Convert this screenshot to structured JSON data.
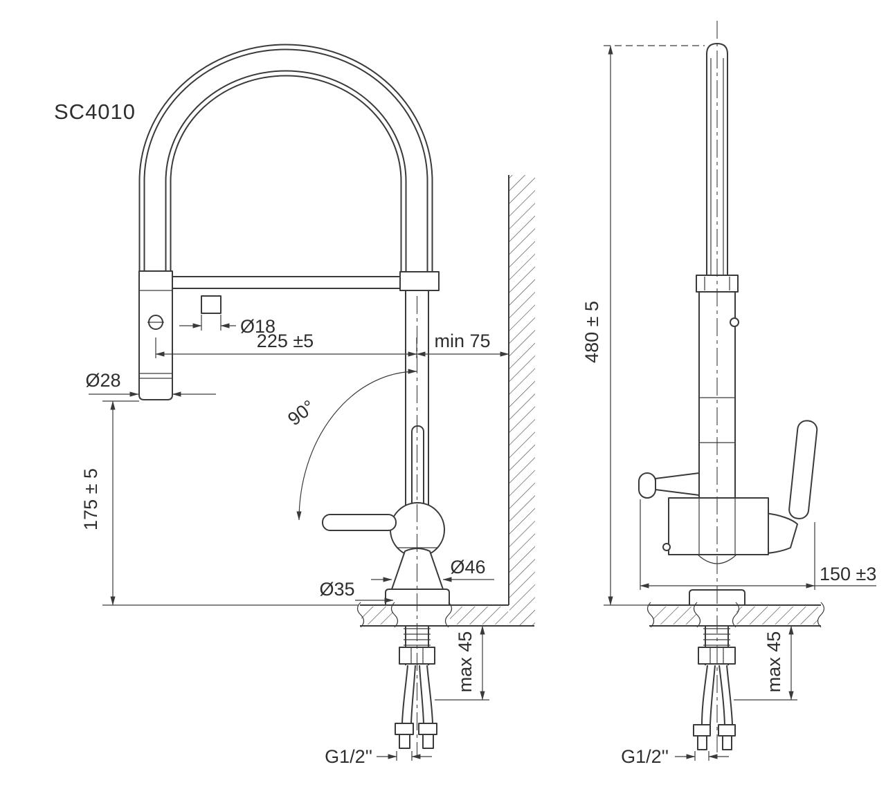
{
  "drawing": {
    "model": "SC4010",
    "front": {
      "hose_diameter": "Ø18",
      "reach": "225 ±5",
      "wall_distance": "min 75",
      "spray_head_diameter": "Ø28",
      "spout_height": "175 ± 5",
      "swivel_angle": "90°",
      "body_diameter": "Ø46",
      "hole_diameter": "Ø35",
      "counter_thickness": "max 45",
      "connection_thread": "G1/2''"
    },
    "side": {
      "total_height": "480 ± 5",
      "depth": "150 ±3",
      "counter_thickness": "max 45",
      "connection_thread": "G1/2''"
    }
  }
}
